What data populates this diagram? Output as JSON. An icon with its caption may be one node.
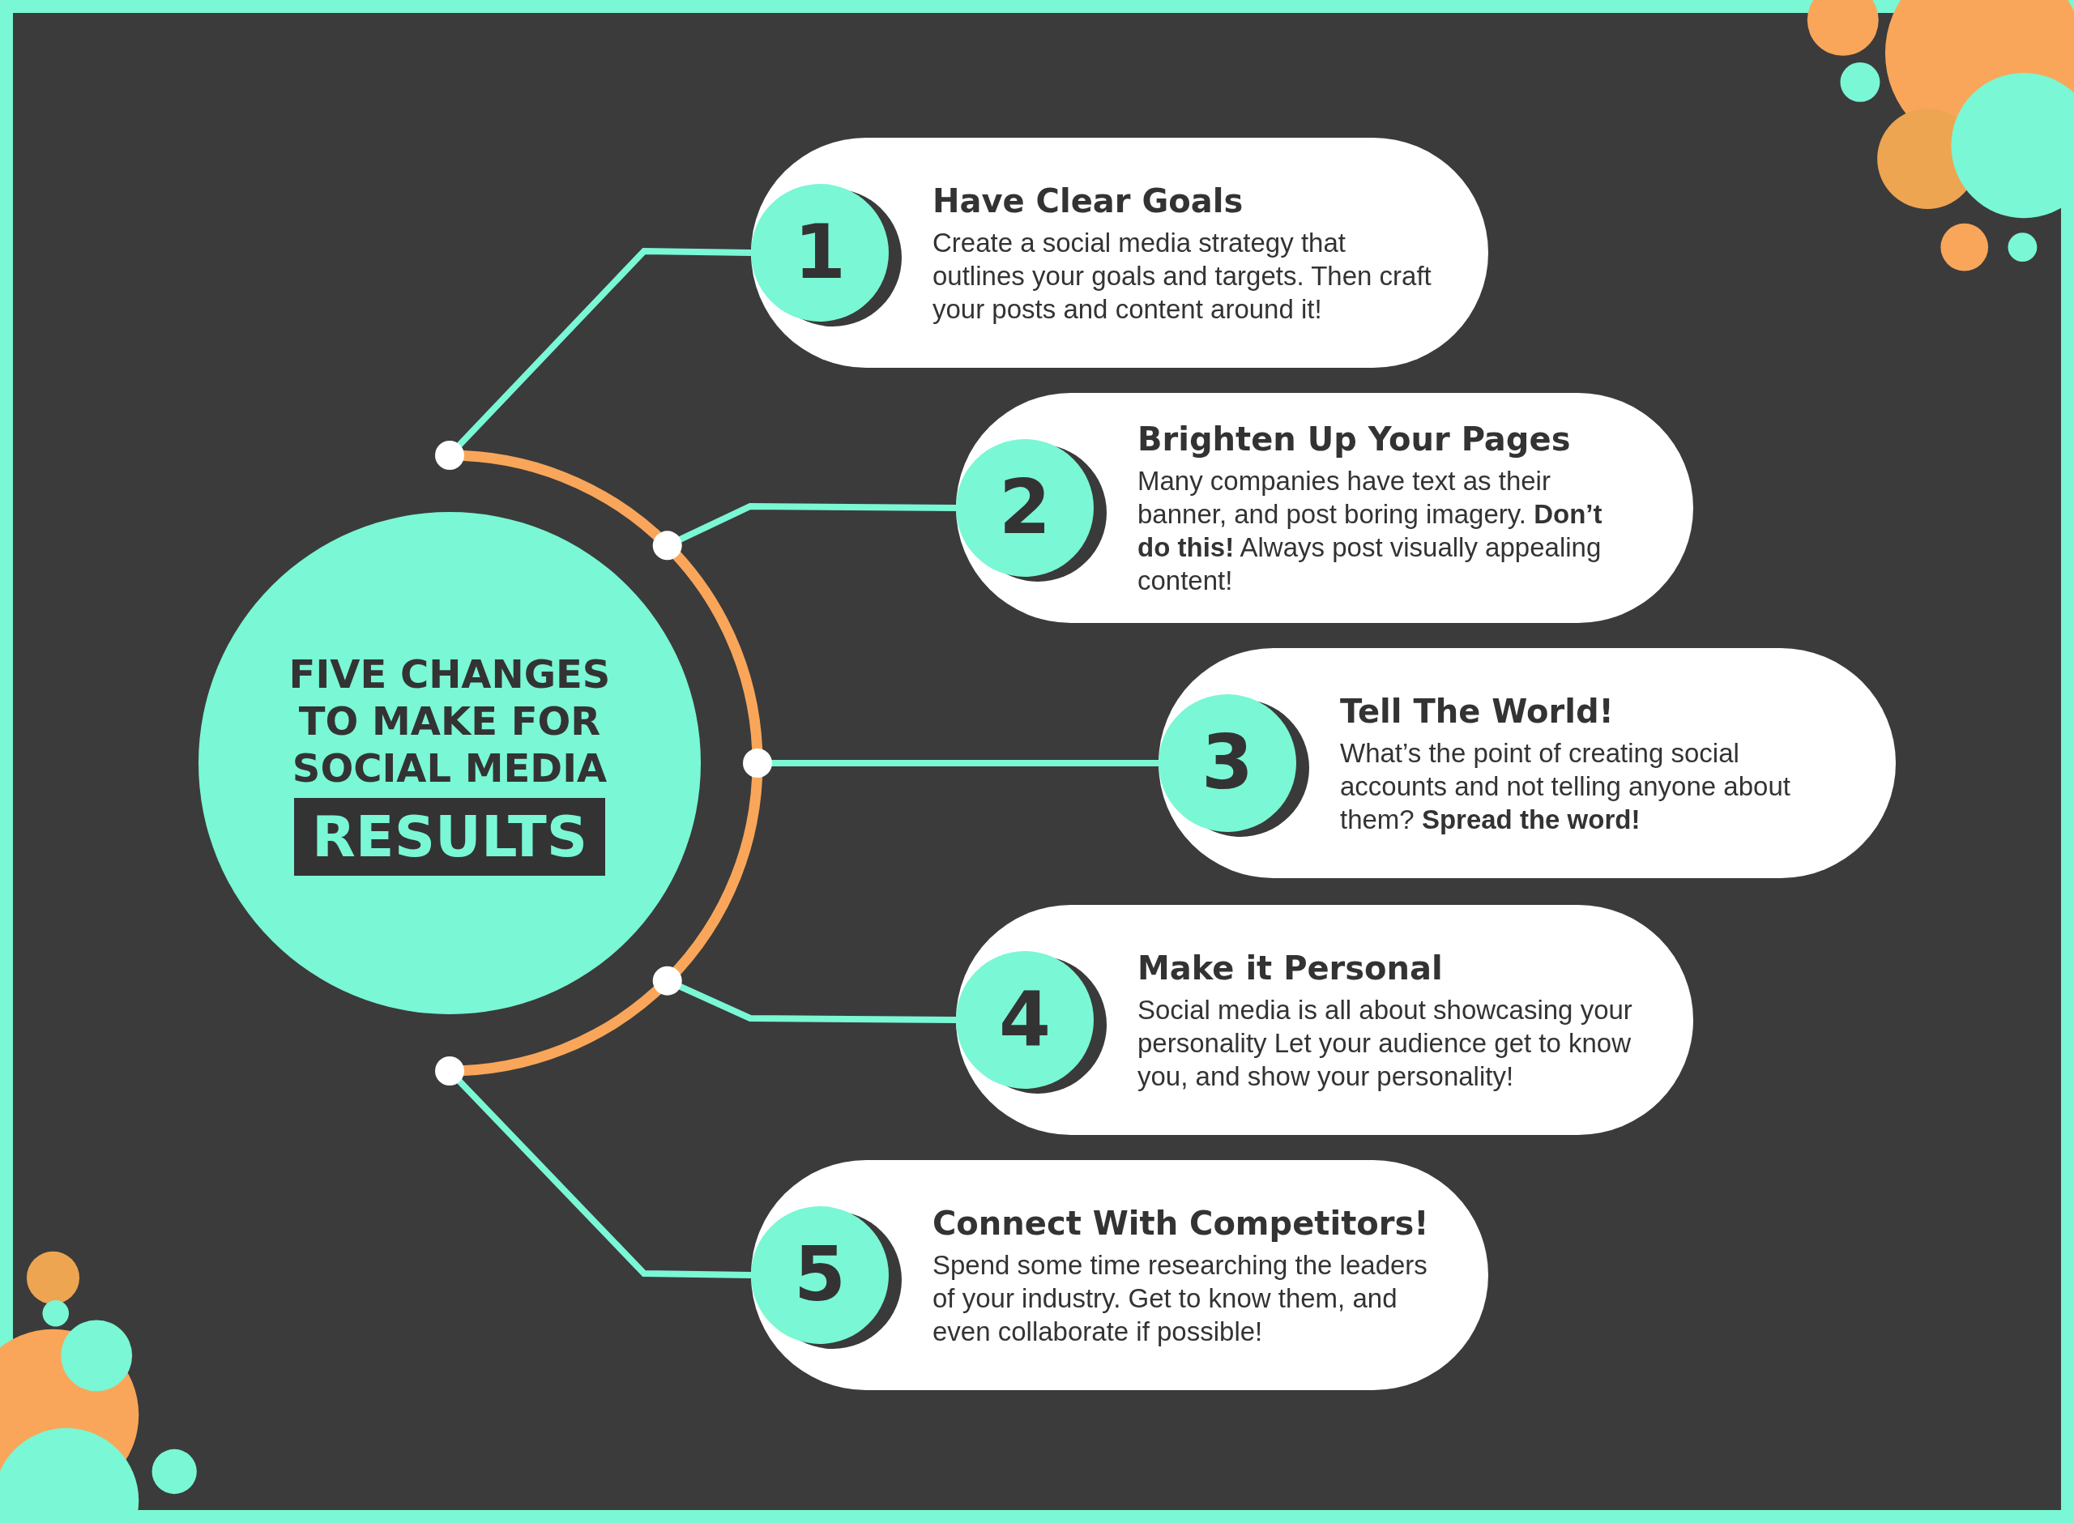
{
  "diagram": {
    "nodes": [
      {
        "text": [
          "FIVE CHANGES TO MAKE FOR SOCIAL MEDIA",
          "RESULTS"
        ]
      },
      {
        "text": [
          "Have Clear Goals",
          "Create a social media strategy that outlines your goals and targets. Then craft your posts and content around it!"
        ]
      },
      {
        "text": [
          "1"
        ],
        "in": 1
      },
      {
        "text": [
          "Brighten Up Your Pages",
          "Many companies have text as their banner, and post boring imagery. **Don’t do this!** Always post visually appealing content!"
        ]
      },
      {
        "text": [
          "2"
        ],
        "in": 3
      },
      {
        "text": [
          "Tell The World!",
          "What’s the point of creating social accounts and not telling anyone about them? **Spread the word!**"
        ]
      },
      {
        "text": [
          "3"
        ],
        "in": 5
      },
      {
        "text": [
          "Make it Personal",
          "Social media is all about showcasing your personality Let your audience get to know you, and show your personality!"
        ]
      },
      {
        "text": [
          "4"
        ],
        "in": 7
      },
      {
        "text": [
          "Connect With Competitors!",
          "Spend some time researching the leaders of your industry. Get to know them, and even collaborate if possible!"
        ]
      },
      {
        "text": [
          "5"
        ],
        "in": 9
      }
    ],
    "edges": [
      {
        "from": 0,
        "to": 2,
        "arrow": "none"
      },
      {
        "from": 0,
        "to": 4,
        "arrow": "none"
      },
      {
        "from": 0,
        "to": 6,
        "arrow": "none"
      },
      {
        "from": 0,
        "to": 8,
        "arrow": "none"
      },
      {
        "from": 0,
        "to": 10,
        "arrow": "none"
      }
    ]
  }
}
